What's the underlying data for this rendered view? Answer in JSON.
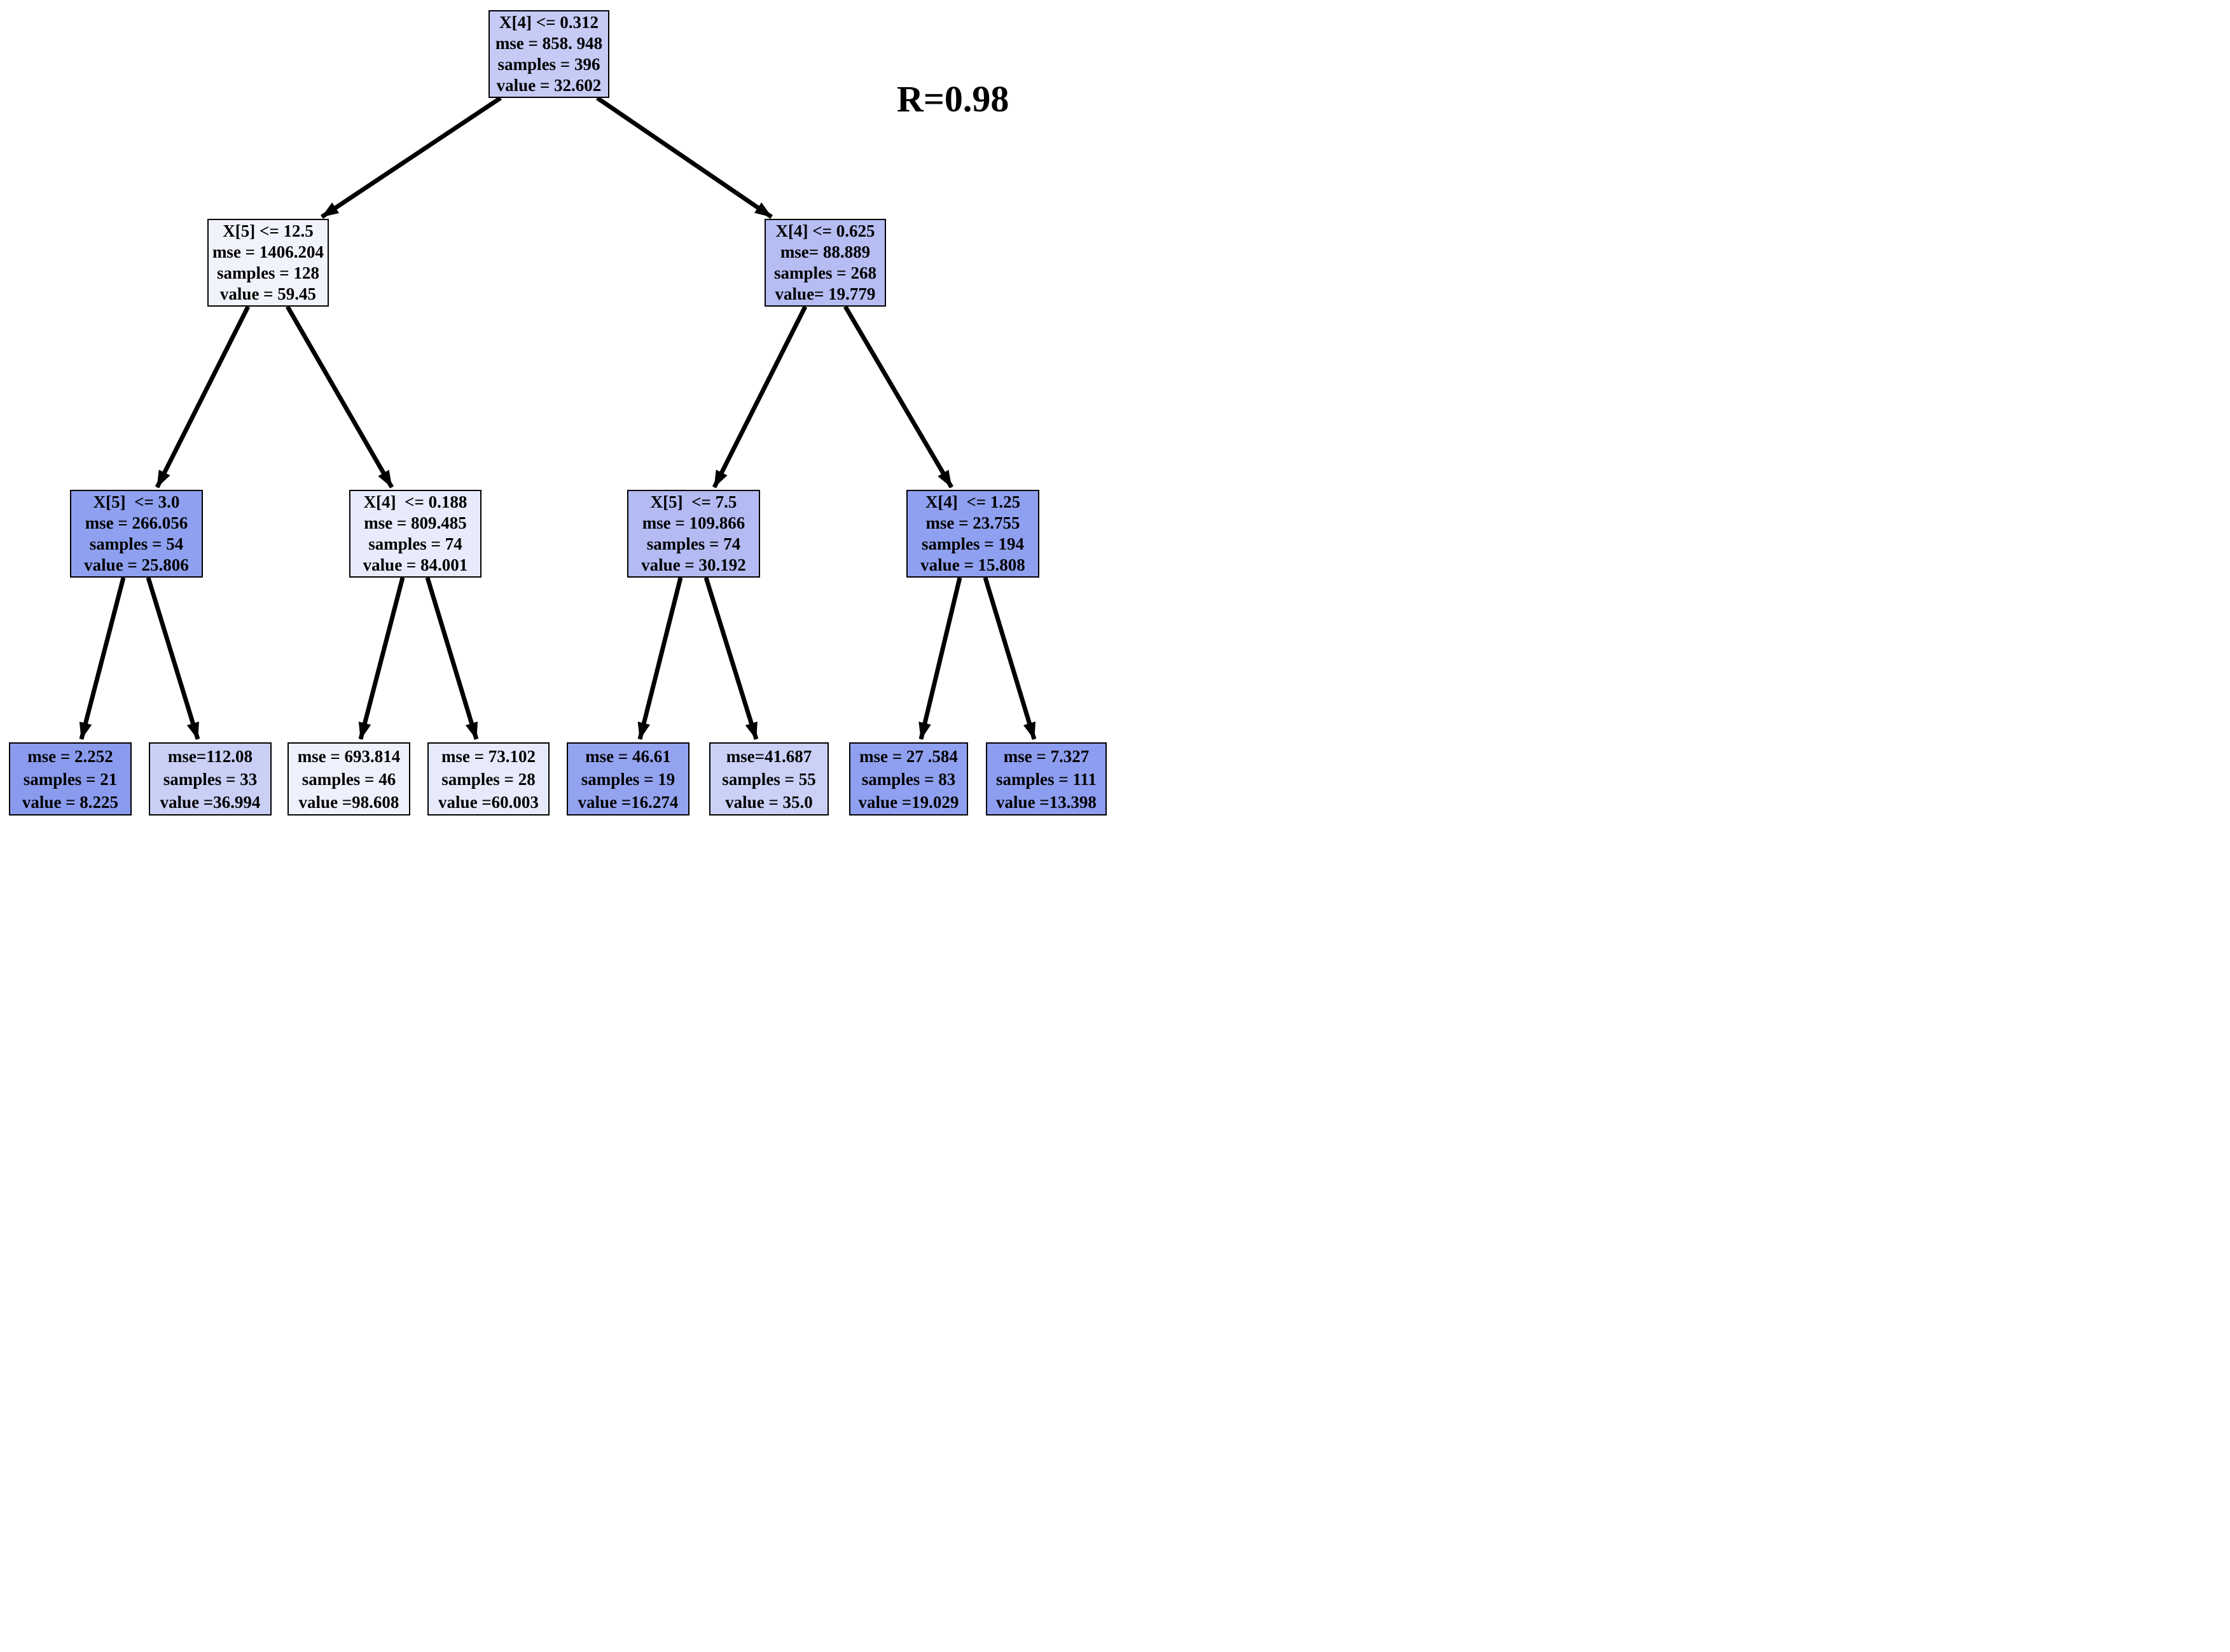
{
  "annotation": {
    "r_label": "R=0.98"
  },
  "colors": {
    "background": "#ffffff",
    "edge": "#000000",
    "node_border": "#000000",
    "text": "#000000"
  },
  "tree": {
    "description": "decision-tree-regressor-visualization",
    "nodes": [
      {
        "id": "root",
        "depth": 0,
        "kind": "split",
        "fill": "#c5cbf4",
        "lines": [
          "X[4] <= 0.312",
          "mse = 858. 948",
          "samples = 396",
          "value = 32.602"
        ]
      },
      {
        "id": "l2-left",
        "depth": 1,
        "kind": "split",
        "fill": "#f1f3fc",
        "lines": [
          "X[5] <= 12.5",
          "mse = 1406.204",
          "samples = 128",
          "value = 59.45"
        ]
      },
      {
        "id": "l2-right",
        "depth": 1,
        "kind": "split",
        "fill": "#b6bdf2",
        "lines": [
          "X[4] <= 0.625",
          "mse= 88.889",
          "samples = 268",
          "value= 19.779"
        ]
      },
      {
        "id": "l3-1",
        "depth": 2,
        "kind": "split",
        "fill": "#8fa0f0",
        "lines": [
          "X[5]  <= 3.0",
          "mse = 266.056",
          "samples = 54",
          "value = 25.806"
        ]
      },
      {
        "id": "l3-2",
        "depth": 2,
        "kind": "split",
        "fill": "#e8ebfb",
        "lines": [
          "X[4]  <= 0.188",
          "mse = 809.485",
          "samples = 74",
          "value = 84.001"
        ]
      },
      {
        "id": "l3-3",
        "depth": 2,
        "kind": "split",
        "fill": "#b3bbf2",
        "lines": [
          "X[5]  <= 7.5",
          "mse = 109.866",
          "samples = 74",
          "value = 30.192"
        ]
      },
      {
        "id": "l3-4",
        "depth": 2,
        "kind": "split",
        "fill": "#90a0f0",
        "lines": [
          "X[4]  <= 1.25",
          "mse = 23.755",
          "samples = 194",
          "value = 15.808"
        ]
      },
      {
        "id": "leaf-1",
        "depth": 3,
        "kind": "leaf",
        "fill": "#8a9bee",
        "lines": [
          "mse = 2.252",
          "samples = 21",
          "value = 8.225"
        ]
      },
      {
        "id": "leaf-2",
        "depth": 3,
        "kind": "leaf",
        "fill": "#c9cff5",
        "lines": [
          "mse=112.08",
          "samples = 33",
          "value =36.994"
        ]
      },
      {
        "id": "leaf-3",
        "depth": 3,
        "kind": "leaf",
        "fill": "#eef0fc",
        "lines": [
          "mse = 693.814",
          "samples = 46",
          "value =98.608"
        ]
      },
      {
        "id": "leaf-4",
        "depth": 3,
        "kind": "leaf",
        "fill": "#e7eafb",
        "lines": [
          "mse = 73.102",
          "samples = 28",
          "value =60.003"
        ]
      },
      {
        "id": "leaf-5",
        "depth": 3,
        "kind": "leaf",
        "fill": "#94a3f0",
        "lines": [
          "mse = 46.61",
          "samples = 19",
          "value =16.274"
        ]
      },
      {
        "id": "leaf-6",
        "depth": 3,
        "kind": "leaf",
        "fill": "#cad0f6",
        "lines": [
          "mse=41.687",
          "samples = 55",
          "value = 35.0"
        ]
      },
      {
        "id": "leaf-7",
        "depth": 3,
        "kind": "leaf",
        "fill": "#90a0f0",
        "lines": [
          "mse = 27 .584",
          "samples = 83",
          "value =19.029"
        ]
      },
      {
        "id": "leaf-8",
        "depth": 3,
        "kind": "leaf",
        "fill": "#8d9def",
        "lines": [
          "mse = 7.327",
          "samples = 111",
          "value =13.398"
        ]
      }
    ],
    "edges": [
      {
        "from": "root",
        "to": "l2-left"
      },
      {
        "from": "root",
        "to": "l2-right"
      },
      {
        "from": "l2-left",
        "to": "l3-1"
      },
      {
        "from": "l2-left",
        "to": "l3-2"
      },
      {
        "from": "l2-right",
        "to": "l3-3"
      },
      {
        "from": "l2-right",
        "to": "l3-4"
      },
      {
        "from": "l3-1",
        "to": "leaf-1"
      },
      {
        "from": "l3-1",
        "to": "leaf-2"
      },
      {
        "from": "l3-2",
        "to": "leaf-3"
      },
      {
        "from": "l3-2",
        "to": "leaf-4"
      },
      {
        "from": "l3-3",
        "to": "leaf-5"
      },
      {
        "from": "l3-3",
        "to": "leaf-6"
      },
      {
        "from": "l3-4",
        "to": "leaf-7"
      },
      {
        "from": "l3-4",
        "to": "leaf-8"
      }
    ]
  }
}
